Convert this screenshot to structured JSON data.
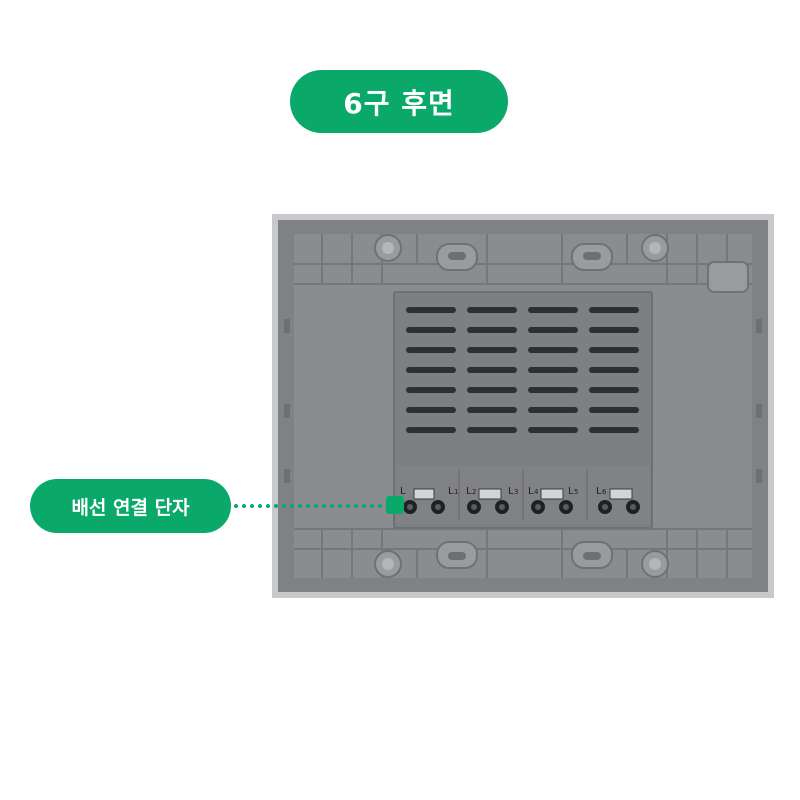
{
  "title": "6구 후면",
  "callout": {
    "label": "배선 연결 단자"
  },
  "terminals": {
    "groups": [
      {
        "left": "L",
        "left_sub": "",
        "right": "L",
        "right_sub": "1"
      },
      {
        "left": "L",
        "left_sub": "2",
        "right": "L",
        "right_sub": "3"
      },
      {
        "left": "L",
        "left_sub": "4",
        "right": "L",
        "right_sub": "5"
      },
      {
        "left": "L",
        "left_sub": "6",
        "right": "",
        "right_sub": ""
      }
    ]
  },
  "colors": {
    "accent": "#0aa96a",
    "plate": "#8b8c8f",
    "plate_dark": "#7e7f82",
    "vent": "#2e2f31"
  }
}
